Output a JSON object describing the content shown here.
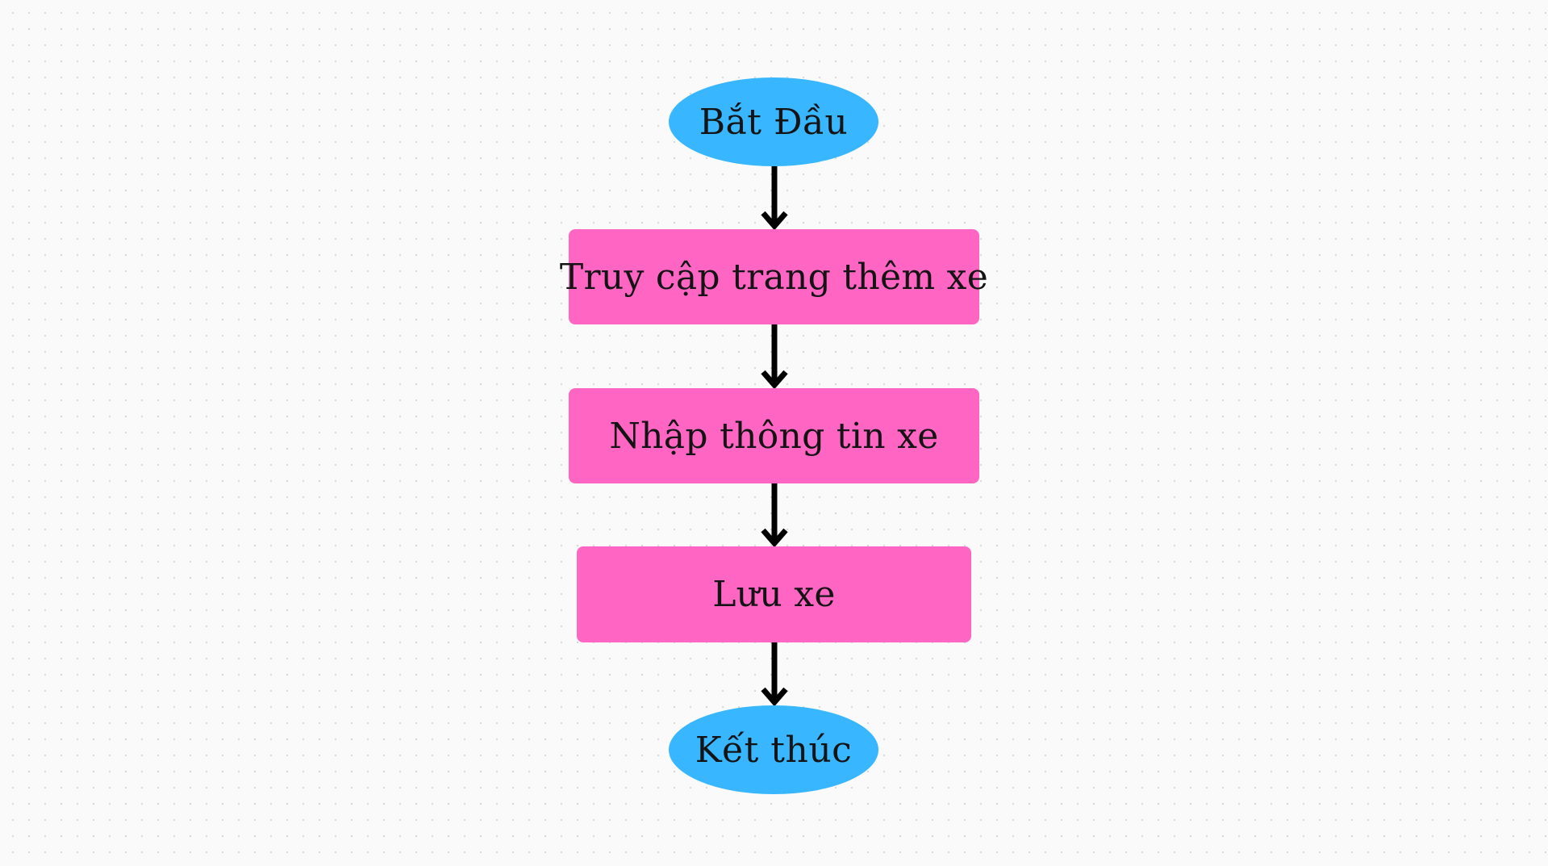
{
  "colors": {
    "terminal_fill": "#38b6ff",
    "process_fill": "#ff66c4",
    "arrow": "#000000",
    "text": "#141414",
    "background": "#fafafa"
  },
  "flowchart": {
    "start": {
      "label": "Bắt Đầu",
      "shape": "ellipse"
    },
    "steps": [
      {
        "label": "Truy cập trang thêm xe",
        "shape": "rectangle"
      },
      {
        "label": "Nhập thông tin xe",
        "shape": "rectangle"
      },
      {
        "label": "Lưu xe",
        "shape": "rectangle"
      }
    ],
    "end": {
      "label": "Kết thúc",
      "shape": "ellipse"
    },
    "edges": [
      {
        "from": "Bắt Đầu",
        "to": "Truy cập trang thêm xe"
      },
      {
        "from": "Truy cập trang thêm xe",
        "to": "Nhập thông tin xe"
      },
      {
        "from": "Nhập thông tin xe",
        "to": "Lưu xe"
      },
      {
        "from": "Lưu xe",
        "to": "Kết thúc"
      }
    ]
  }
}
